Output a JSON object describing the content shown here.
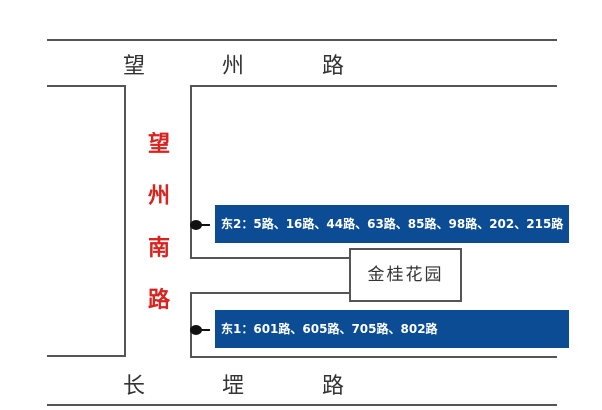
{
  "roads": {
    "top": [
      "望",
      "州",
      "路"
    ],
    "left": [
      "望",
      "州",
      "南",
      "路"
    ],
    "bottom": [
      "长",
      "堽",
      "路"
    ]
  },
  "landmark": "金桂花园",
  "stops": [
    {
      "label": "东2：5路、16路、44路、63路、85路、98路、202、215路"
    },
    {
      "label": "东1：601路、605路、705路、802路"
    }
  ],
  "colors": {
    "bar": "#0b4c94",
    "road_name_left": "#d8231f"
  }
}
